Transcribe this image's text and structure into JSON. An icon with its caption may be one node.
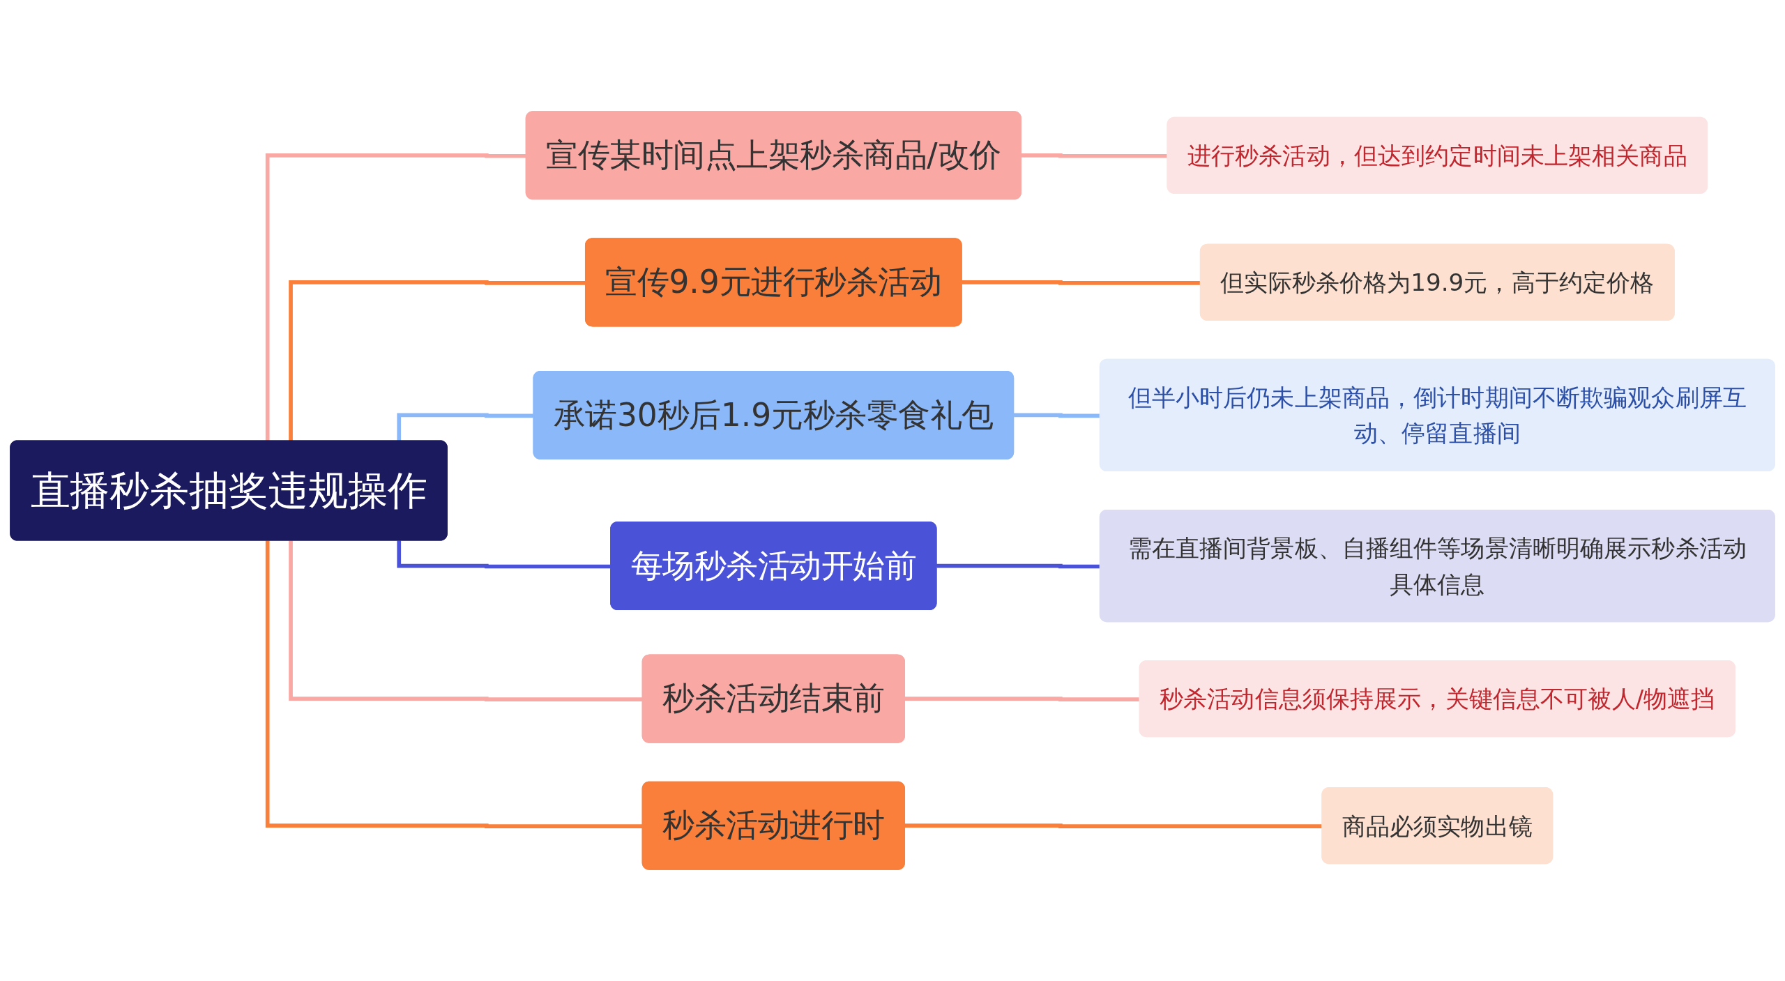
{
  "diagram": {
    "nodes": [
      {
        "text": [
          "直播秒杀抽奖违规操作"
        ]
      },
      {
        "text": [
          "宣传某时间点上架秒杀商品/改价"
        ]
      },
      {
        "text": [
          "宣传9.9元进行秒杀活动"
        ]
      },
      {
        "text": [
          "承诺30秒后1.9元秒杀零食礼包"
        ]
      },
      {
        "text": [
          "每场秒杀活动开始前"
        ]
      },
      {
        "text": [
          "秒杀活动结束前"
        ]
      },
      {
        "text": [
          "秒杀活动进行时"
        ]
      },
      {
        "text": [
          "进行秒杀活动，但达到约定时间未上架相关商品"
        ]
      },
      {
        "text": [
          "但实际秒杀价格为19.9元，高于约定价格"
        ]
      },
      {
        "text": [
          "但半小时后仍未上架商品，倒计时期间不断欺骗观众刷屏互动、停留直播间"
        ]
      },
      {
        "text": [
          "需在直播间背景板、自播组件等场景清晰明确展示秒杀活动具体信息"
        ]
      },
      {
        "text": [
          "秒杀活动信息须保持展示，关键信息不可被人/物遮挡"
        ]
      },
      {
        "text": [
          "商品必须实物出镜"
        ]
      }
    ],
    "edges": [
      {
        "from": 0,
        "to": 1,
        "arrow": "none",
        "color": "#f9a8a4"
      },
      {
        "from": 0,
        "to": 2,
        "arrow": "none",
        "color": "#f97f3a"
      },
      {
        "from": 0,
        "to": 3,
        "arrow": "none",
        "color": "#8ab8f8"
      },
      {
        "from": 0,
        "to": 4,
        "arrow": "none",
        "color": "#4a52d8"
      },
      {
        "from": 0,
        "to": 5,
        "arrow": "none",
        "color": "#f9a8a4"
      },
      {
        "from": 0,
        "to": 6,
        "arrow": "none",
        "color": "#f97f3a"
      },
      {
        "from": 1,
        "to": 7,
        "arrow": "none",
        "color": "#f9a8a4"
      },
      {
        "from": 2,
        "to": 8,
        "arrow": "none",
        "color": "#f97f3a"
      },
      {
        "from": 3,
        "to": 9,
        "arrow": "none",
        "color": "#8ab8f8"
      },
      {
        "from": 4,
        "to": 10,
        "arrow": "none",
        "color": "#4a52d8"
      },
      {
        "from": 5,
        "to": 11,
        "arrow": "none",
        "color": "#f9a8a4"
      },
      {
        "from": 6,
        "to": 12,
        "arrow": "none",
        "color": "#f97f3a"
      }
    ]
  }
}
